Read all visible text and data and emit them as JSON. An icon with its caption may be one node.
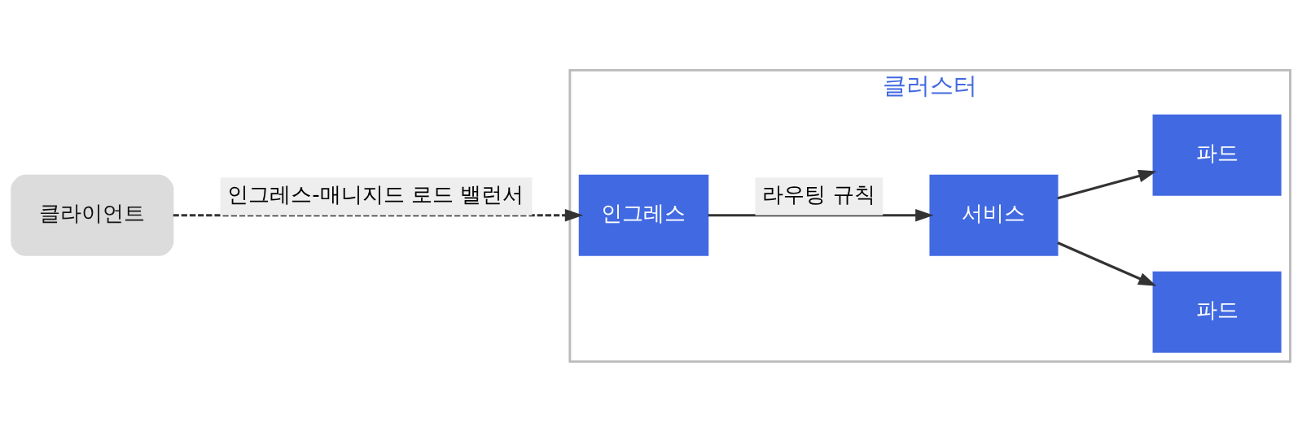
{
  "diagram": {
    "nodes": [
      {
        "text": [
          "클라이언트"
        ]
      },
      {
        "text": [
          "클러스터"
        ]
      },
      {
        "text": [
          "인그레스"
        ],
        "in": 1
      },
      {
        "text": [
          "서비스"
        ],
        "in": 1
      },
      {
        "text": [
          "파드"
        ],
        "in": 1
      },
      {
        "text": [
          "파드"
        ],
        "in": 1
      }
    ],
    "edges": [
      {
        "from": 0,
        "to": 2,
        "arrow": "to",
        "label": "인그레스-매니지드 로드 밸런서",
        "style": "dashed"
      },
      {
        "from": 2,
        "to": 3,
        "arrow": "to",
        "label": "라우팅 규칙"
      },
      {
        "from": 3,
        "to": 4,
        "arrow": "to"
      },
      {
        "from": 3,
        "to": 5,
        "arrow": "to"
      }
    ]
  }
}
